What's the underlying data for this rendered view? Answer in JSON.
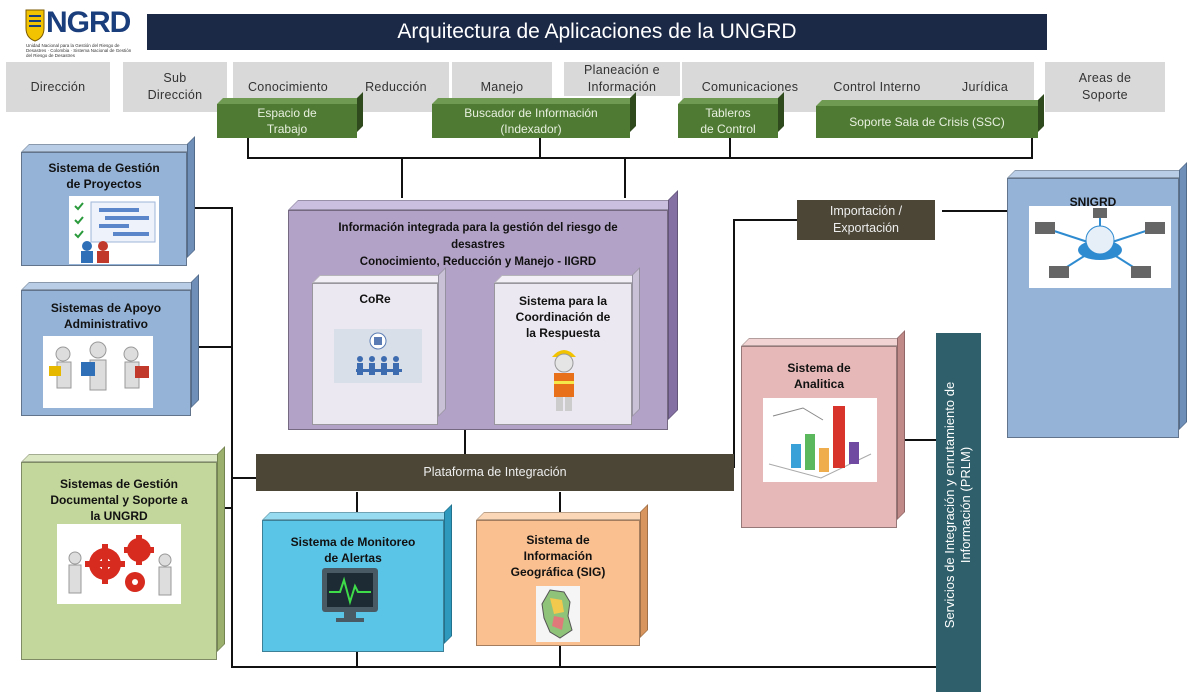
{
  "logo": {
    "text": "NGRD",
    "subtitle": "Unidad Nacional para la Gestión del Riesgo de Desastres · Colombia · Sistema Nacional de Gestión del Riesgo de Desastres"
  },
  "title": "Arquitectura de Aplicaciones de la UNGRD",
  "departments": [
    "Dirección",
    "Sub\nDirección",
    "Conocimiento",
    "Reducción",
    "Manejo",
    "Planeación e\nInformación",
    "Comunicaciones",
    "Control Interno",
    "Jurídica",
    "Areas de\nSoporte"
  ],
  "top_tabs": {
    "espacio": "Espacio de\nTrabajo",
    "buscador": "Buscador de Información\n(Indexador)",
    "tableros": "Tableros\nde Control",
    "soporte_sala": "Soporte Sala de Crisis (SSC)"
  },
  "left_systems": {
    "proyectos": "Sistema de Gestión\nde Proyectos",
    "apoyo": "Sistemas de Apoyo\nAdministrativo",
    "documental": "Sistemas de Gestión\nDocumental y Soporte a\nla UNGRD"
  },
  "center": {
    "title": "Información integrada para la gestión del riesgo de\ndesastres\nConocimiento, Reducción y Manejo - IIGRD",
    "core": "CoRe",
    "respuesta": "Sistema para la\nCoordinación de\nla Respuesta"
  },
  "importacion": "Importación /\nExportación",
  "snigrd": "SNIGRD",
  "analitica": "Sistema de\nAnalitica",
  "plataforma": "Plataforma de Integración",
  "monitoreo": "Sistema de Monitoreo\nde Alertas",
  "sig": "Sistema de\nInformación\nGeográfica (SIG)",
  "servicios": "Servicios de Integración y enrutamiento de\nInformación (PRLM)",
  "colors": {
    "title_bar": "#1b2846",
    "tabs_green": "#4f7a34",
    "box_blue": "#95b3d7",
    "box_green": "#c3d69b",
    "box_purple": "#b3a2c7",
    "box_pink": "#e6b9b8",
    "box_cyan": "#5bc5e8",
    "box_orange": "#fac090",
    "dark_bar": "#4b4636",
    "teal_bar": "#2e5f6a"
  }
}
